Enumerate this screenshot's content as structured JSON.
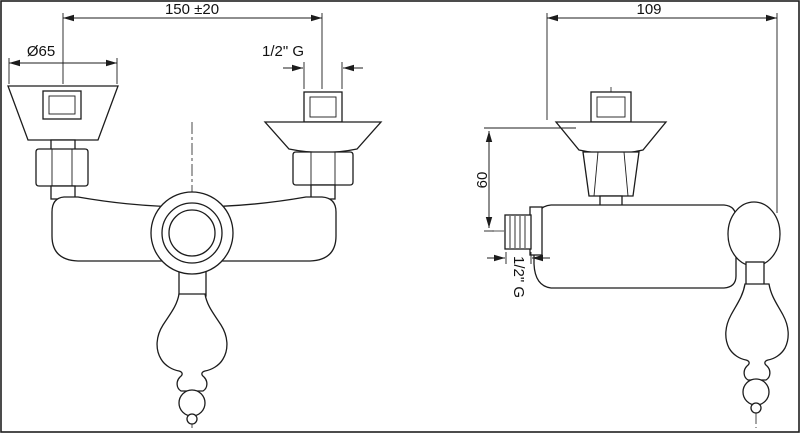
{
  "drawing": {
    "dimensions": {
      "center_distance": "150 ±20",
      "flange_diameter": "Ø65",
      "thread_front": "1/2\" G",
      "depth": "109",
      "outlet_offset": "60",
      "thread_side": "1/2\" G"
    }
  }
}
